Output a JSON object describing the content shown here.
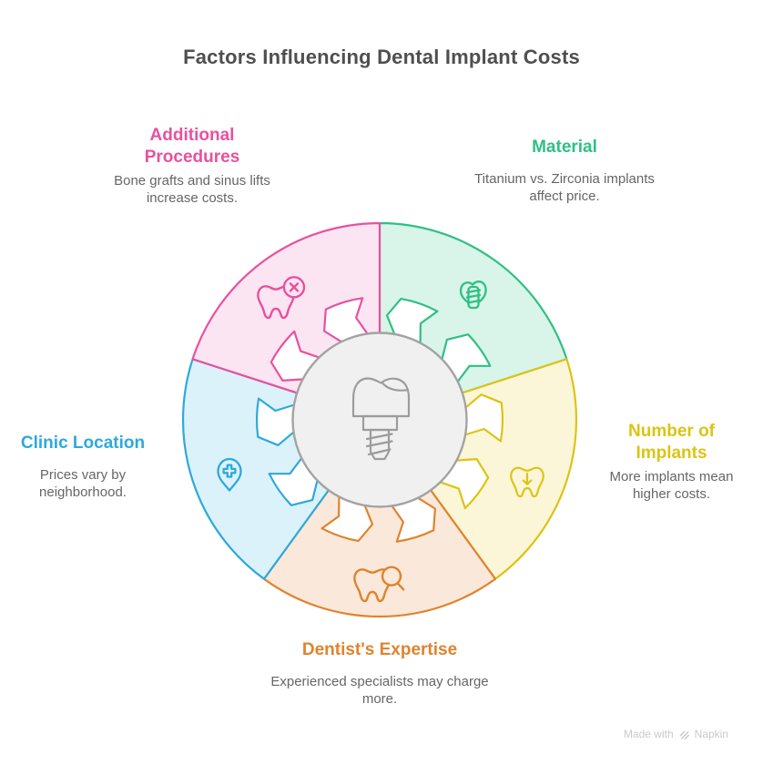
{
  "title": "Factors Influencing Dental Implant Costs",
  "center": {
    "icon": "dental-implant-icon",
    "fill": "#f0f0f0",
    "stroke": "#a3a3a3",
    "icon_stroke": "#9c9c9c"
  },
  "segments": [
    {
      "id": "material",
      "label": "Material",
      "desc": "Titanium vs. Zirconia implants affect price.",
      "color": "#2fc084",
      "fill": "#d9f4e8",
      "icon": "implant-screw-icon",
      "startAngle": 0
    },
    {
      "id": "number-of-implants",
      "label": "Number of Implants",
      "desc": "More implants mean higher costs.",
      "color": "#dcc413",
      "fill": "#fbf6d8",
      "icon": "tooth-down-arrow-icon",
      "startAngle": 72
    },
    {
      "id": "dentists-expertise",
      "label": "Dentist's Expertise",
      "desc": "Experienced specialists may charge more.",
      "color": "#e0832d",
      "fill": "#fae9da",
      "icon": "tooth-magnifier-icon",
      "startAngle": 144
    },
    {
      "id": "clinic-location",
      "label": "Clinic Location",
      "desc": "Prices vary by neighborhood.",
      "color": "#2ea9dc",
      "fill": "#dcf2fb",
      "icon": "location-pin-cross-icon",
      "startAngle": 216
    },
    {
      "id": "additional-procedures",
      "label": "Additional Procedures",
      "desc": "Bone grafts and sinus lifts increase costs.",
      "color": "#e8519e",
      "fill": "#fce5f3",
      "icon": "tooth-x-icon",
      "startAngle": 288
    }
  ],
  "watermark": {
    "prefix": "Made with",
    "brand": "Napkin"
  }
}
